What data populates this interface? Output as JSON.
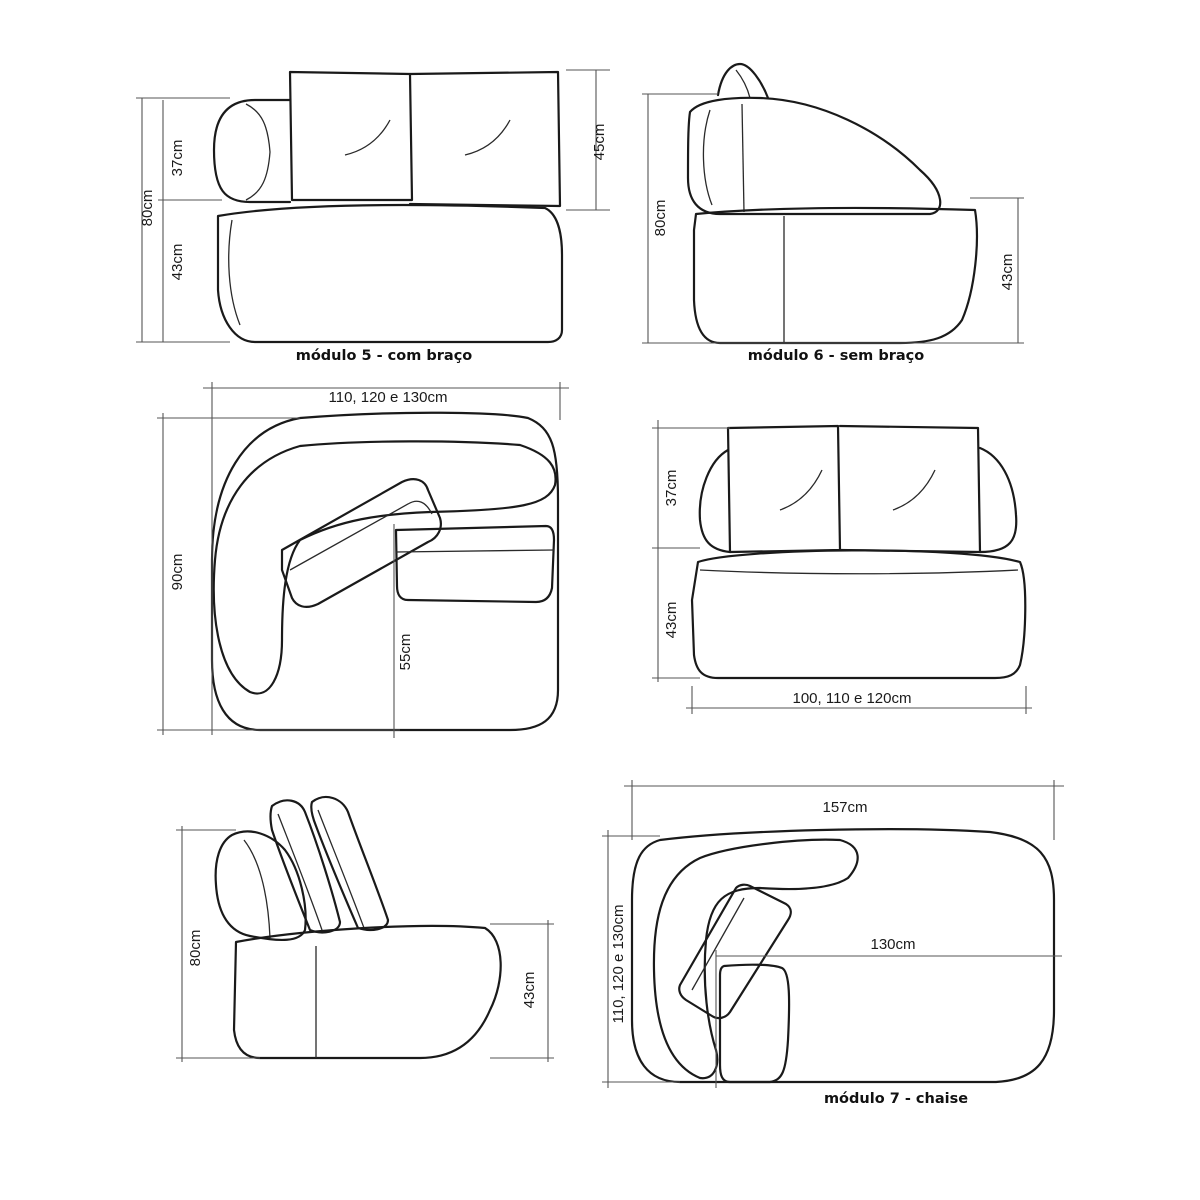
{
  "captions": {
    "modulo5": "módulo 5 - com braço",
    "modulo6": "módulo 6 - sem braço",
    "modulo7": "módulo 7 - chaise"
  },
  "dimensions": {
    "m5_total_height": "80cm",
    "m5_back_height": "37cm",
    "m5_seat_height": "43cm",
    "m5_cushion_height": "45cm",
    "m6_total_height": "80cm",
    "m6_seat_height": "43cm",
    "top_width": "110, 120 e 130cm",
    "top_depth": "90cm",
    "top_seat_depth": "55cm",
    "front_back_height": "37cm",
    "front_seat_height": "43cm",
    "front_width": "100, 110 e 120cm",
    "side_total_height": "80cm",
    "side_seat_height": "43cm",
    "chaise_length": "157cm",
    "chaise_width": "110, 120 e 130cm",
    "chaise_seat_length": "130cm"
  }
}
